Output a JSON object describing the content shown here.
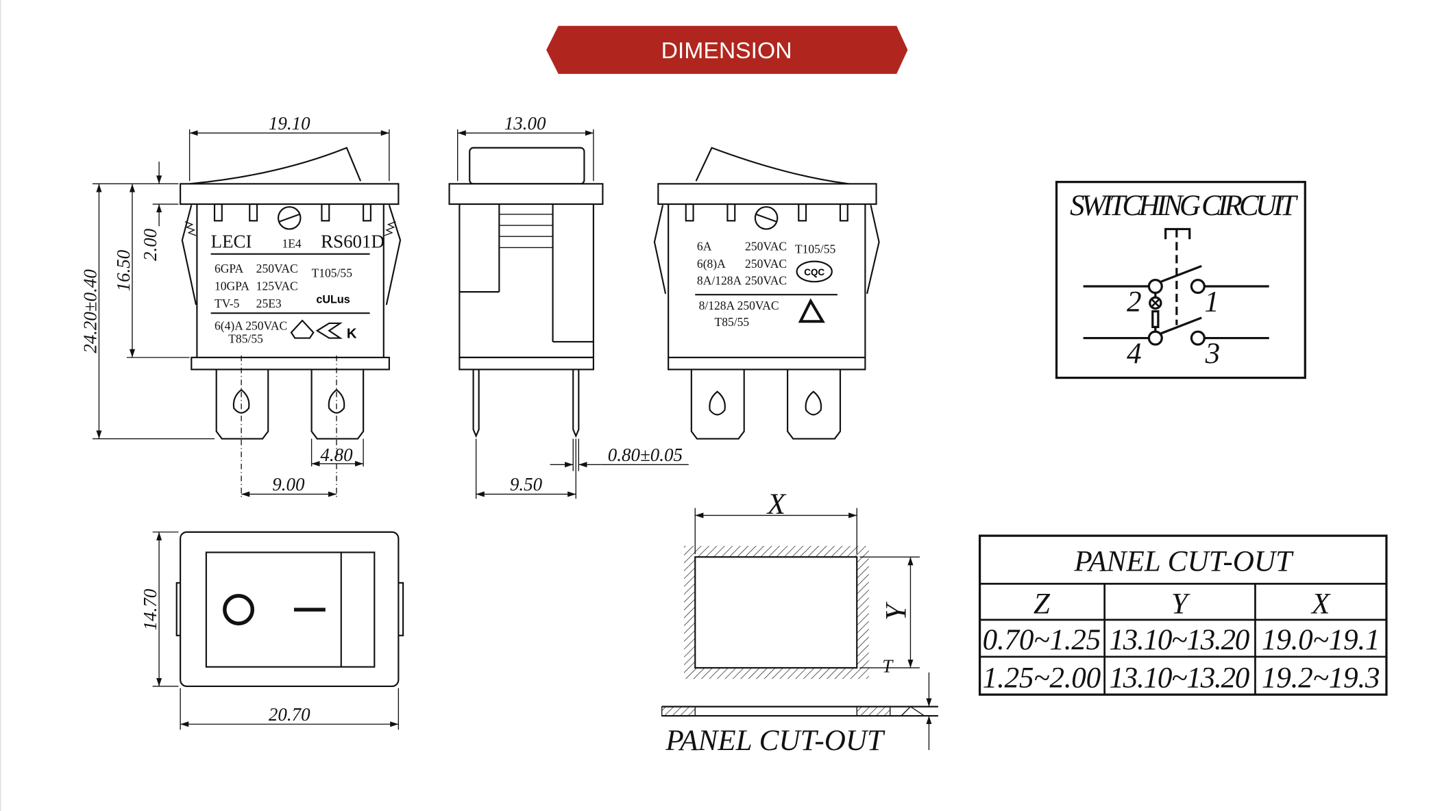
{
  "banner": {
    "title": "DIMENSION",
    "color": "#b0261e"
  },
  "dims": {
    "width_front": "19.10",
    "width_side": "13.00",
    "height_total": "24.20±0.40",
    "height_body": "16.50",
    "height_top": "2.00",
    "terminal_width": "4.80",
    "terminal_pitch": "9.00",
    "pin_pitch": "9.50",
    "pin_thickness": "0.80±0.05",
    "top_height": "14.70",
    "top_width": "20.70"
  },
  "front_label": {
    "brand": "LECI",
    "code": "1E4",
    "model": "RS601D",
    "rows": [
      [
        "6GPA",
        "250VAC"
      ],
      [
        "10GPA",
        "125VAC"
      ],
      [
        "TV-5",
        "25E3"
      ]
    ],
    "temp": "T105/55",
    "rating": "6(4)A 250VAC",
    "rating_temp": "T85/55",
    "ul_mark": "cULus"
  },
  "back_label": {
    "rows": [
      [
        "6A",
        "250VAC"
      ],
      [
        "6(8)A",
        "250VAC"
      ],
      [
        "8A/128A",
        "250VAC"
      ]
    ],
    "temp": "T105/55",
    "cqc_mark": "CQC",
    "rating": "8/128A 250VAC",
    "rating_temp": "T85/55"
  },
  "circuit": {
    "title": "SWITCHING CIRCUIT",
    "terminals": [
      "1",
      "2",
      "3",
      "4"
    ]
  },
  "panel": {
    "x_label": "X",
    "y_label": "Y",
    "t_label": "T",
    "caption": "PANEL CUT-OUT"
  },
  "table": {
    "title": "PANEL CUT-OUT",
    "headers": [
      "Z",
      "Y",
      "X"
    ],
    "rows": [
      [
        "0.70~1.25",
        "13.10~13.20",
        "19.0~19.1"
      ],
      [
        "1.25~2.00",
        "13.10~13.20",
        "19.2~19.3"
      ]
    ]
  }
}
